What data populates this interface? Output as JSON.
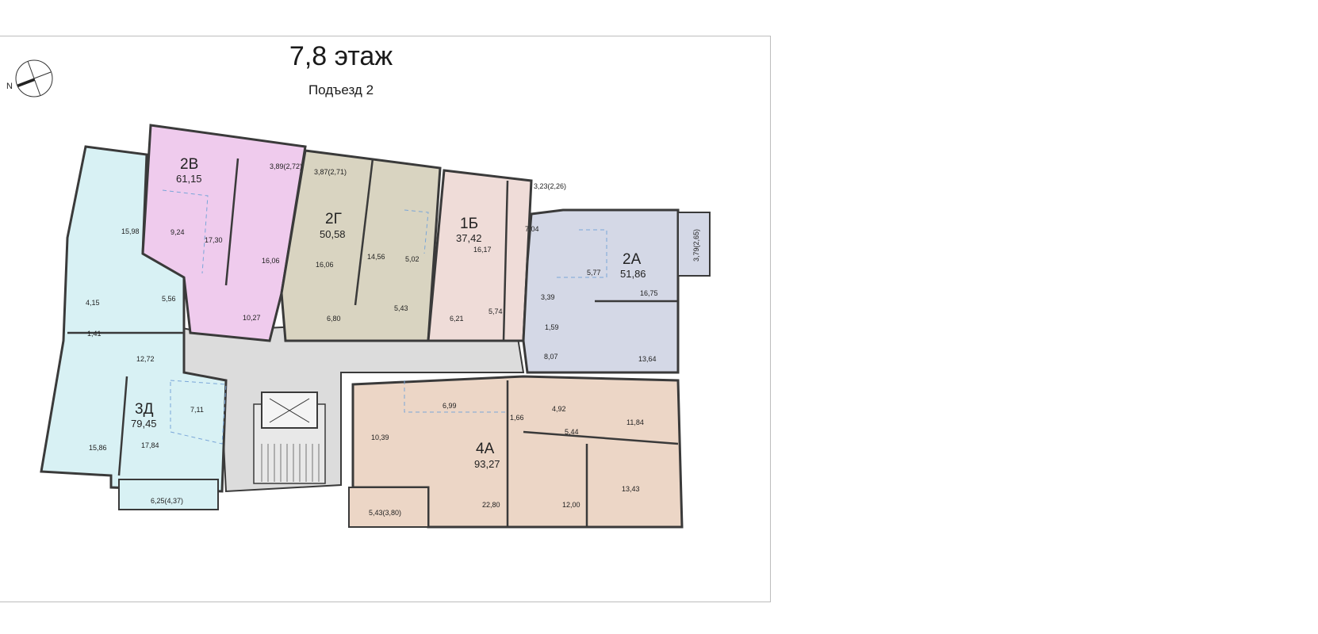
{
  "header": {
    "title": "7,8 этаж",
    "subtitle": "Подъезд 2",
    "compass_label": "N"
  },
  "colors": {
    "apt_3d": "#d8f1f4",
    "apt_2v": "#efcbed",
    "apt_2g": "#d9d4c1",
    "apt_1b": "#efdcd8",
    "apt_2a": "#d4d8e6",
    "apt_4a": "#ecd6c6",
    "common": "#dcdcdc",
    "wall": "#3a3a3a"
  },
  "apartments": {
    "a3d": {
      "name": "3Д",
      "area": "79,45"
    },
    "a2v": {
      "name": "2В",
      "area": "61,15"
    },
    "a2g": {
      "name": "2Г",
      "area": "50,58"
    },
    "a1b": {
      "name": "1Б",
      "area": "37,42"
    },
    "a2a": {
      "name": "2А",
      "area": "51,86"
    },
    "a4a": {
      "name": "4А",
      "area": "93,27"
    }
  },
  "rooms": {
    "r3d_1": "15,98",
    "r3d_2": "4,15",
    "r3d_3": "1,41",
    "r3d_4": "12,72",
    "r3d_5": "7,11",
    "r3d_6": "15,86",
    "r3d_7": "17,84",
    "r3d_8": "6,25(4,37)",
    "r2v_1": "3,89(2,72)",
    "r2v_2": "9,24",
    "r2v_3": "17,30",
    "r2v_4": "16,06",
    "r2v_5": "5,56",
    "r2v_6": "10,27",
    "r2g_1": "3,87(2,71)",
    "r2g_2": "16,06",
    "r2g_3": "14,56",
    "r2g_4": "5,02",
    "r2g_5": "6,80",
    "r2g_6": "5,43",
    "r1b_1": "3,23(2,26)",
    "r1b_2": "7,04",
    "r1b_3": "16,17",
    "r1b_4": "5,74",
    "r1b_5": "6,21",
    "r2a_1": "3,79(2,65)",
    "r2a_2": "5,77",
    "r2a_3": "16,75",
    "r2a_4": "3,39",
    "r2a_5": "1,59",
    "r2a_6": "8,07",
    "r2a_7": "13,64",
    "r4a_1": "6,99",
    "r4a_2": "1,66",
    "r4a_3": "4,92",
    "r4a_4": "10,39",
    "r4a_5": "5,44",
    "r4a_6": "11,84",
    "r4a_7": "22,80",
    "r4a_8": "12,00",
    "r4a_9": "13,43",
    "r4a_10": "5,43(3,80)"
  }
}
